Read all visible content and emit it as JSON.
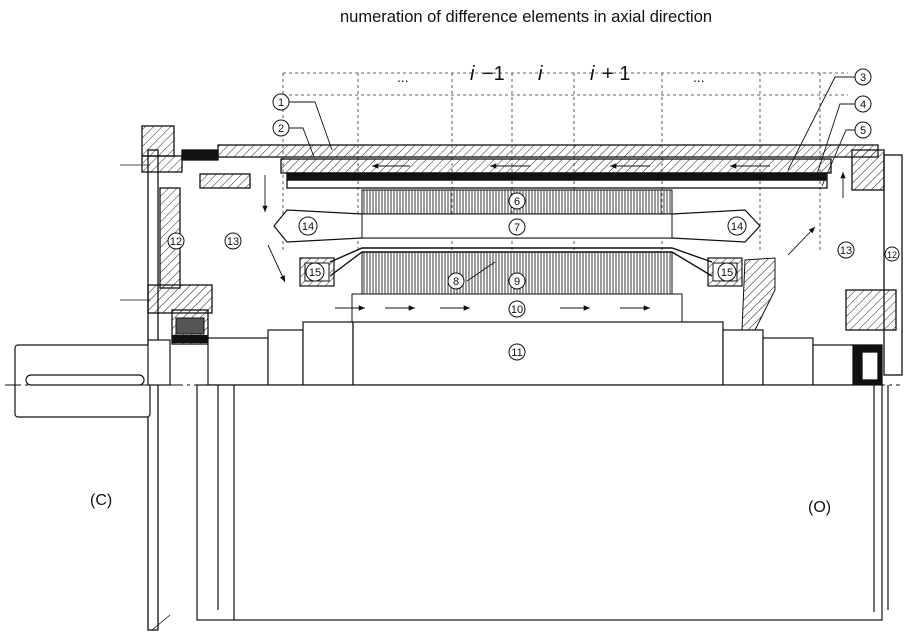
{
  "figure": {
    "title": "numeration of difference elements in axial direction",
    "index_labels": {
      "left": "i",
      "left_suffix": "−1",
      "center": "i",
      "right": "i",
      "right_suffix": "+ 1"
    },
    "ellipsis": "...",
    "side_labels": {
      "left": "(C)",
      "right": "(O)"
    },
    "part_numbers": [
      "1",
      "2",
      "3",
      "4",
      "5",
      "6",
      "7",
      "8",
      "9",
      "10",
      "11",
      "12",
      "13",
      "14",
      "15"
    ]
  }
}
